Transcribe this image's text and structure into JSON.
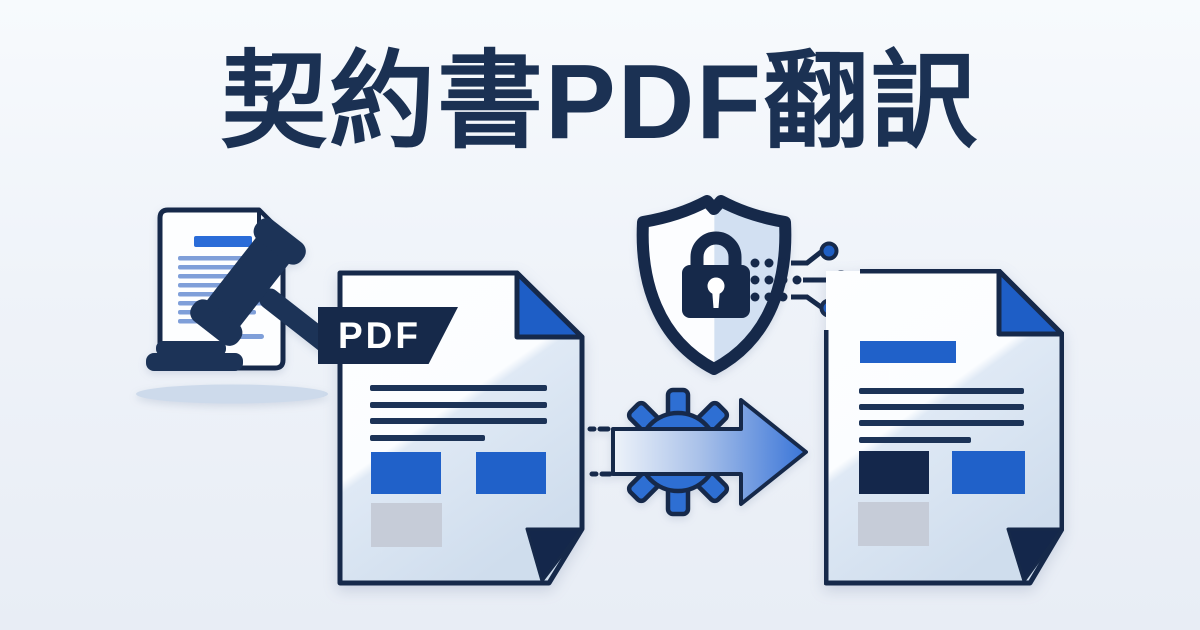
{
  "title": "契約書PDF翻訳",
  "pdf_badge": {
    "label": "PDF"
  },
  "colors": {
    "background_top": "#f7fafd",
    "background_bottom": "#e8edf5",
    "outline_navy": "#16294a",
    "title_navy": "#1b3153",
    "accent_blue": "#2061c9",
    "fold_blue": "#1e5ec6",
    "gear_blue": "#2e6fd3",
    "light_blue_line": "#7f9fd9",
    "gray_block": "#c6ccd8",
    "ellipse_shadow": "#cddaeb",
    "shield_fill_right": "#d2e0f2",
    "page_shade": "#d6e2f0"
  },
  "icons": [
    {
      "name": "legal-document-gavel-icon",
      "meaning": "contract document with gavel"
    },
    {
      "name": "pdf-file-icon",
      "meaning": "source PDF file"
    },
    {
      "name": "shield-lock-icon",
      "meaning": "security shield with padlock"
    },
    {
      "name": "circuit-nodes-icon",
      "meaning": "digital processing nodes"
    },
    {
      "name": "gear-icon",
      "meaning": "conversion process"
    },
    {
      "name": "conversion-arrow-icon",
      "meaning": "transformation arrow"
    },
    {
      "name": "translated-document-icon",
      "meaning": "translated output document"
    }
  ]
}
